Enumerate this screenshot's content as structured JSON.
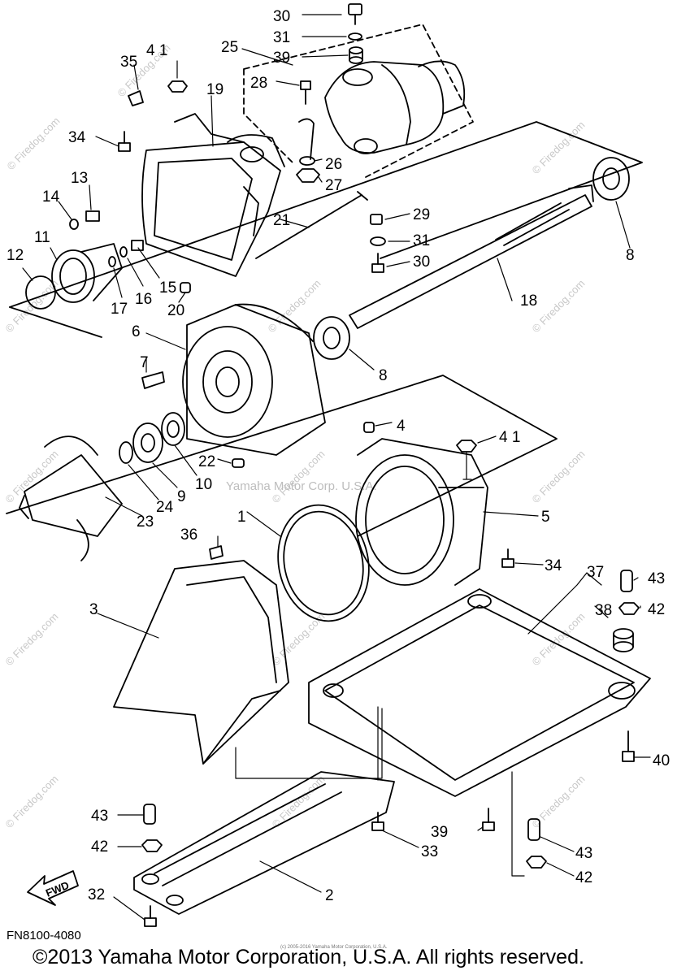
{
  "diagram": {
    "parts": [
      {
        "id": "p30a",
        "label": "30"
      },
      {
        "id": "p31a",
        "label": "31"
      },
      {
        "id": "p39a",
        "label": "39"
      },
      {
        "id": "p25",
        "label": "25"
      },
      {
        "id": "p28",
        "label": "28"
      },
      {
        "id": "p41a",
        "label": "4 1"
      },
      {
        "id": "p35",
        "label": "35"
      },
      {
        "id": "p19",
        "label": "19"
      },
      {
        "id": "p34a",
        "label": "34"
      },
      {
        "id": "p26",
        "label": "26"
      },
      {
        "id": "p27",
        "label": "27"
      },
      {
        "id": "p13",
        "label": "13"
      },
      {
        "id": "p14",
        "label": "14"
      },
      {
        "id": "p21",
        "label": "21"
      },
      {
        "id": "p29",
        "label": "29"
      },
      {
        "id": "p31b",
        "label": "31"
      },
      {
        "id": "p30b",
        "label": "30"
      },
      {
        "id": "p8a",
        "label": "8"
      },
      {
        "id": "p11",
        "label": "11"
      },
      {
        "id": "p12",
        "label": "12"
      },
      {
        "id": "p16",
        "label": "16"
      },
      {
        "id": "p15",
        "label": "15"
      },
      {
        "id": "p17",
        "label": "17"
      },
      {
        "id": "p20",
        "label": "20"
      },
      {
        "id": "p18",
        "label": "18"
      },
      {
        "id": "p6",
        "label": "6"
      },
      {
        "id": "p7",
        "label": "7"
      },
      {
        "id": "p8b",
        "label": "8"
      },
      {
        "id": "p4",
        "label": "4"
      },
      {
        "id": "p41b",
        "label": "4 1"
      },
      {
        "id": "p22",
        "label": "22"
      },
      {
        "id": "p10",
        "label": "10"
      },
      {
        "id": "p9",
        "label": "9"
      },
      {
        "id": "p24",
        "label": "24"
      },
      {
        "id": "p23",
        "label": "23"
      },
      {
        "id": "p1",
        "label": "1"
      },
      {
        "id": "p5",
        "label": "5"
      },
      {
        "id": "p36",
        "label": "36"
      },
      {
        "id": "p34b",
        "label": "34"
      },
      {
        "id": "p37",
        "label": "37"
      },
      {
        "id": "p43a",
        "label": "43"
      },
      {
        "id": "p38",
        "label": "38"
      },
      {
        "id": "p42a",
        "label": "42"
      },
      {
        "id": "p3",
        "label": "3"
      },
      {
        "id": "p40",
        "label": "40"
      },
      {
        "id": "p43b",
        "label": "43"
      },
      {
        "id": "p42b",
        "label": "42"
      },
      {
        "id": "p39b",
        "label": "39"
      },
      {
        "id": "p33",
        "label": "33"
      },
      {
        "id": "p43c",
        "label": "43"
      },
      {
        "id": "p42c",
        "label": "42"
      },
      {
        "id": "p2",
        "label": "2"
      },
      {
        "id": "p32",
        "label": "32"
      }
    ],
    "fwd_label": "FWD",
    "watermark": "© Firedog.com",
    "center_watermark": "Yamaha Motor Corp. U.S.A."
  },
  "footer": {
    "ref_code": "FN8100-4080",
    "small_notice": "(c) 2005-2016 Yamaha Motor Corporation, U.S.A.",
    "copyright": "©2013 Yamaha Motor Corporation, U.S.A. All rights reserved."
  }
}
